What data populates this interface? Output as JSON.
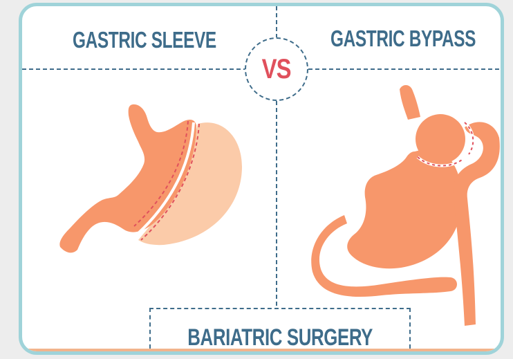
{
  "diagram": {
    "left_heading": "GASTRIC SLEEVE",
    "right_heading": "GASTRIC BYPASS",
    "vs_label": "VS",
    "footer_label": "BARIATRIC SURGERY"
  },
  "colors": {
    "frame_border": "#9fd3d9",
    "heading_text": "#3e6c8a",
    "vs_text": "#e0505c",
    "stomach_fill": "#f7976b",
    "removed_portion_fill": "#fbcba9",
    "dashed_cut_line": "#e0505c",
    "divider_line": "#3e6c8a"
  },
  "icons": {
    "left": "stomach-sleeve-icon",
    "right": "stomach-bypass-icon"
  }
}
